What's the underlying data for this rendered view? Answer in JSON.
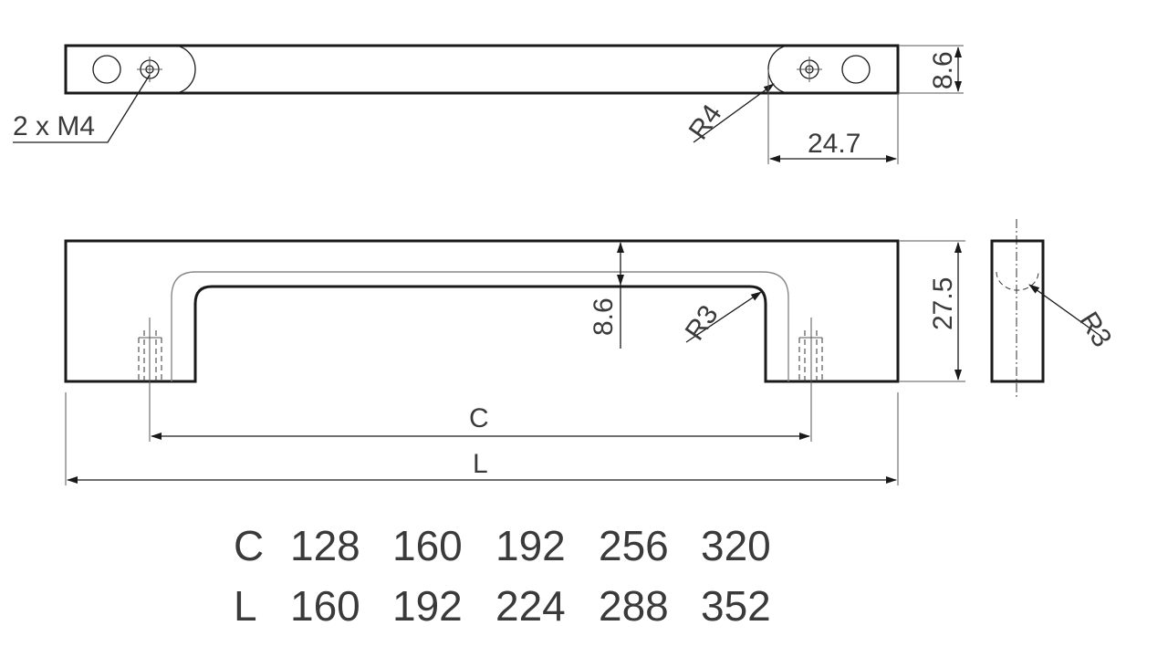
{
  "dimensions": {
    "thread": "2 x M4",
    "top_radius": "R4",
    "top_thickness": "8.6",
    "top_hole_offset": "24.7",
    "height": "27.5",
    "grip_thickness": "8.6",
    "inner_radius": "R3",
    "side_radius": "R3",
    "center_distance_label": "C",
    "length_label": "L"
  },
  "size_table": {
    "rows": [
      {
        "label": "C",
        "values": [
          "128",
          "160",
          "192",
          "256",
          "320"
        ]
      },
      {
        "label": "L",
        "values": [
          "160",
          "192",
          "224",
          "288",
          "352"
        ]
      }
    ]
  },
  "colors": {
    "line": "#1a1a1a",
    "text": "#3a3a3a"
  }
}
